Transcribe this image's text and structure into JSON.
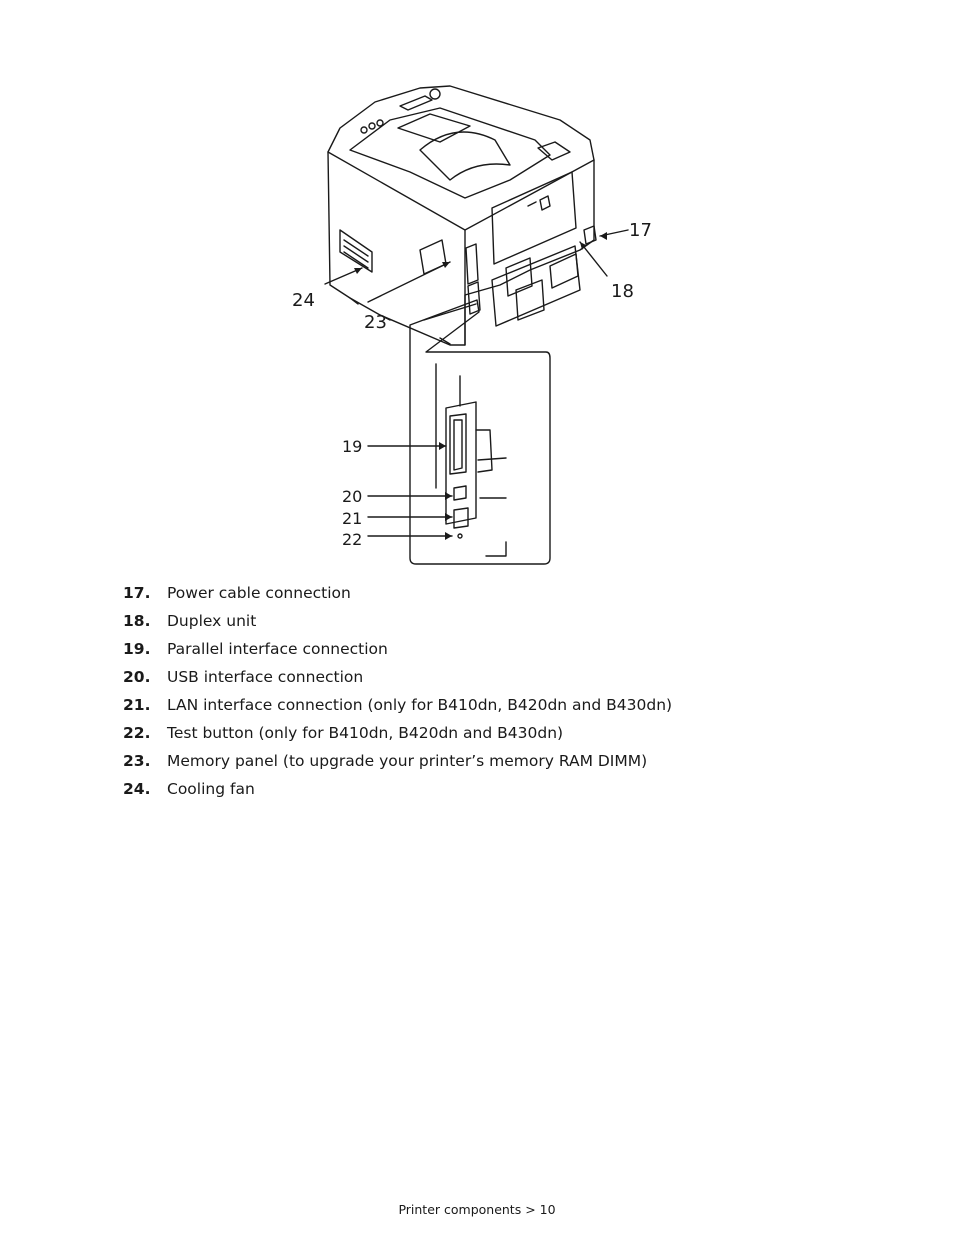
{
  "figure": {
    "callouts": {
      "c17": "17",
      "c18": "18",
      "c19": "19",
      "c20": "20",
      "c21": "21",
      "c22": "22",
      "c23": "23",
      "c24": "24"
    }
  },
  "items": [
    {
      "num": "17.",
      "text": "Power cable connection"
    },
    {
      "num": "18.",
      "text": "Duplex unit"
    },
    {
      "num": "19.",
      "text": "Parallel interface connection"
    },
    {
      "num": "20.",
      "text": "USB interface connection"
    },
    {
      "num": "21.",
      "text": "LAN interface connection (only for B410dn, B420dn and B430dn)"
    },
    {
      "num": "22.",
      "text": "Test button (only for B410dn, B420dn and B430dn)"
    },
    {
      "num": "23.",
      "text": "Memory panel (to upgrade your printer’s memory RAM DIMM)"
    },
    {
      "num": "24.",
      "text": "Cooling fan"
    }
  ],
  "footer": {
    "text": "Printer components > 10"
  }
}
